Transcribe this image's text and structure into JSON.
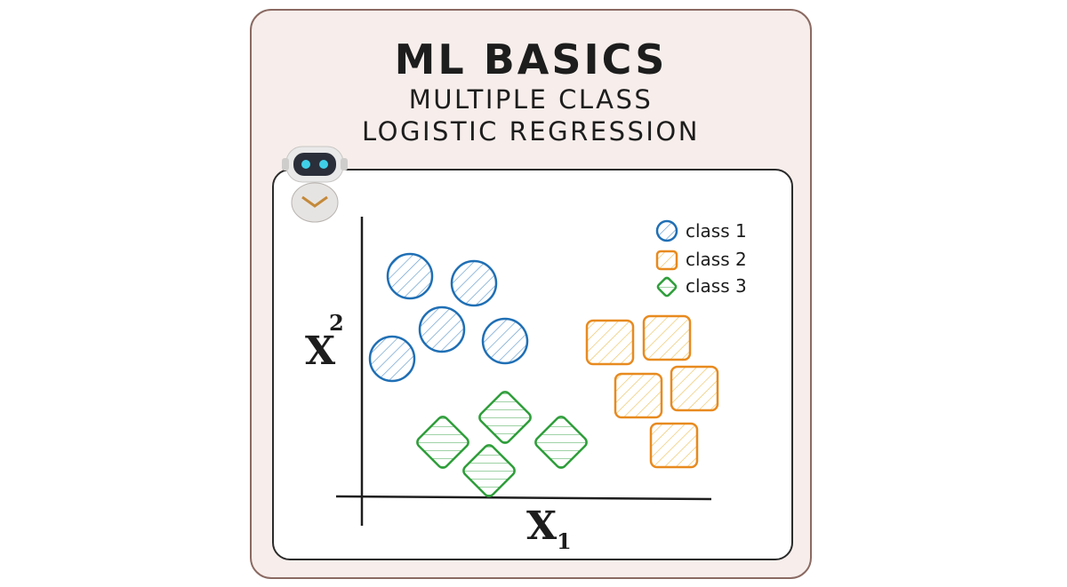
{
  "header": {
    "title": "ML BASICS",
    "subtitle_line1": "MULTIPLE CLASS",
    "subtitle_line2": "LOGISTIC REGRESSION"
  },
  "axes": {
    "x_label": "X",
    "x_sub": "1",
    "y_label": "X",
    "y_sub": "2"
  },
  "legend": [
    {
      "shape": "circle",
      "label": "class 1",
      "color": "#1f6fb5"
    },
    {
      "shape": "square",
      "label": "class 2",
      "color": "#e88a1f"
    },
    {
      "shape": "diamond",
      "label": "class 3",
      "color": "#2e9e3a"
    }
  ],
  "colors": {
    "card_bg": "#f7eeeb",
    "card_border": "#8a6a62",
    "class1": "#1f6fb5",
    "class2": "#e88a1f",
    "class3": "#2e9e3a"
  },
  "icons": {
    "mascot": "robot-icon"
  }
}
